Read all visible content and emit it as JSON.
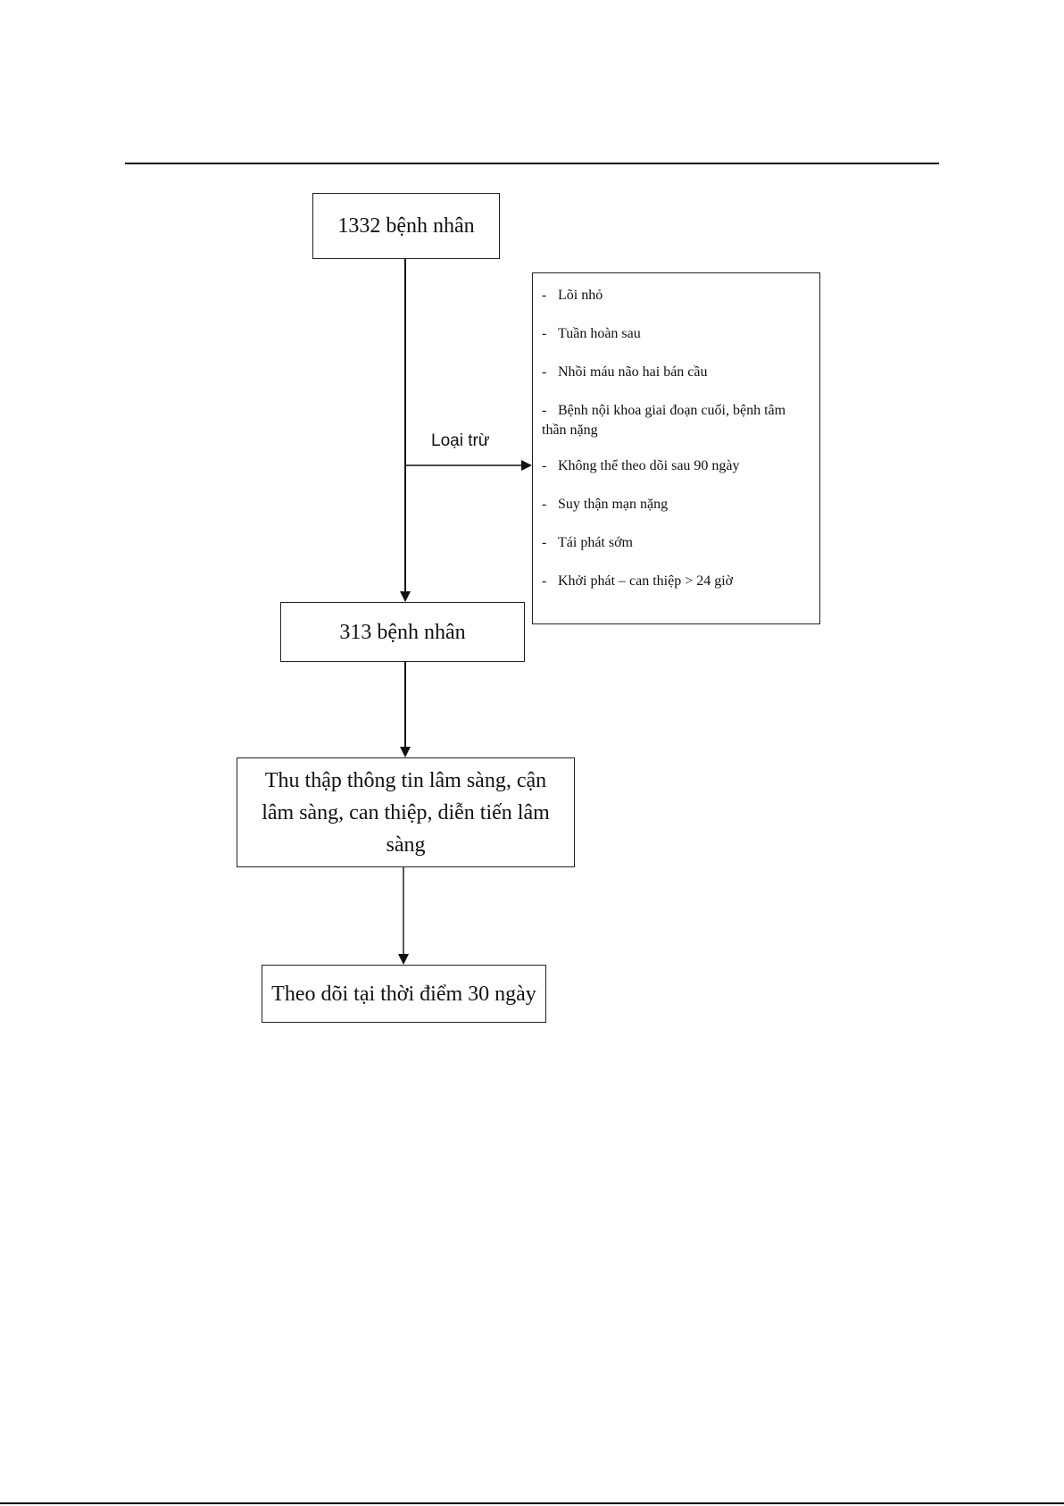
{
  "flowchart": {
    "start": "1332 bệnh nhân",
    "exclude_label": "Loại trừ",
    "exclusions": [
      "Lõi nhỏ",
      "Tuần hoàn sau",
      "Nhồi máu não hai bán cầu",
      "Bệnh nội khoa giai đoạn cuối, bệnh tâm thần nặng",
      "Không thể theo dõi sau 90 ngày",
      "Suy thận mạn nặng",
      "Tái phát sớm",
      "Khởi phát – can thiệp > 24 giờ"
    ],
    "after_exclusion": "313 bệnh nhân",
    "data_collection": "Thu thập thông tin lâm sàng, cận lâm sàng, can thiệp, diễn tiến lâm sàng",
    "follow_up": "Theo dõi tại thời điểm 30 ngày"
  }
}
